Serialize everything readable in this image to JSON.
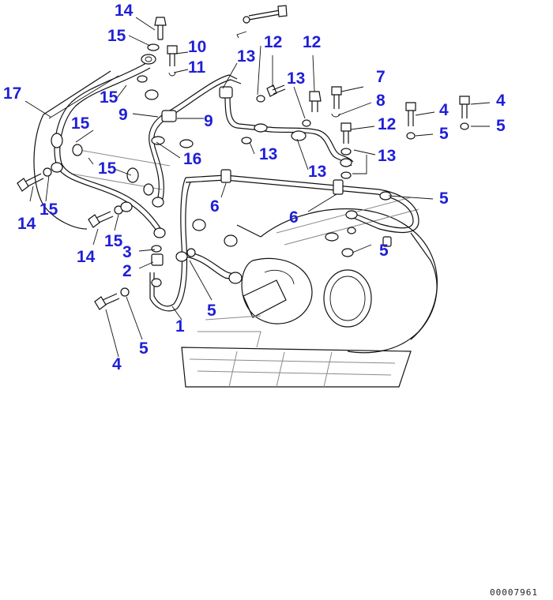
{
  "diagram": {
    "callout_color": "#1f1fd6",
    "callouts": [
      "14",
      "15",
      "10",
      "11",
      "12",
      "12",
      "13",
      "13",
      "15",
      "9",
      "9",
      "17",
      "15",
      "15",
      "16",
      "13",
      "13",
      "13",
      "7",
      "8",
      "12",
      "4",
      "4",
      "5",
      "5",
      "5",
      "6",
      "6",
      "5",
      "14",
      "14",
      "15",
      "15",
      "3",
      "2",
      "1",
      "5",
      "4",
      "5"
    ],
    "drawing_number": "00007961"
  }
}
